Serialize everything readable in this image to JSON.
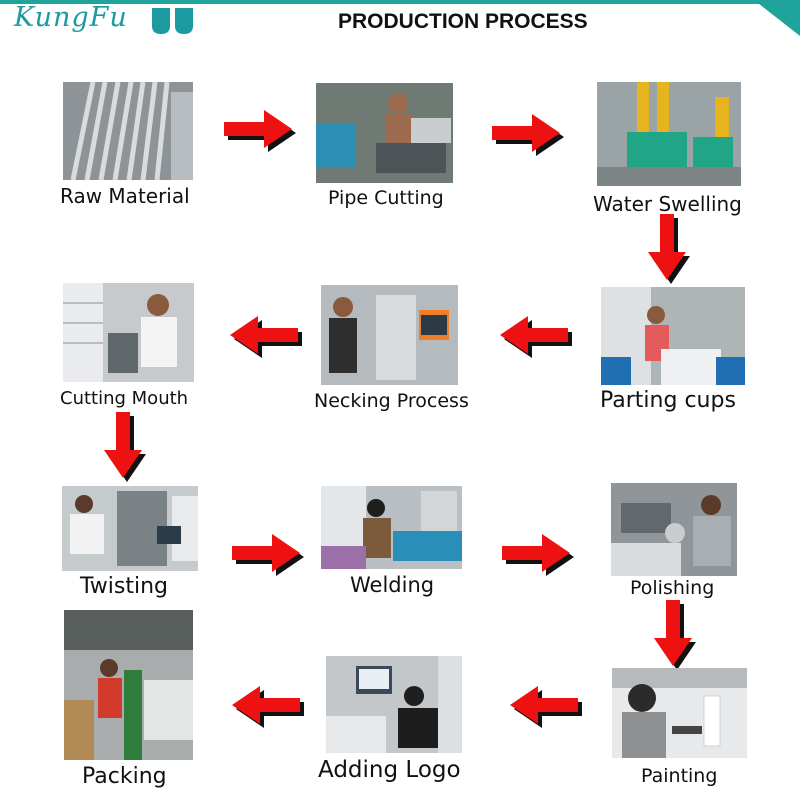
{
  "header": {
    "brand": "KungFu",
    "title": "PRODUCTION PROCESS",
    "accent_color": "#1fa39a"
  },
  "arrow_color": "#ee1111",
  "steps": [
    {
      "label": "Raw Material",
      "photo_icon": "steel-pipes-photo"
    },
    {
      "label": "Pipe Cutting",
      "photo_icon": "pipe-cutting-worker-photo"
    },
    {
      "label": "Water Swelling",
      "photo_icon": "hydraulic-press-photo"
    },
    {
      "label": "Parting cups",
      "photo_icon": "parting-cups-worker-photo"
    },
    {
      "label": "Necking Process",
      "photo_icon": "necking-machine-photo"
    },
    {
      "label": "Cutting Mouth",
      "photo_icon": "cutting-mouth-worker-photo"
    },
    {
      "label": "Twisting",
      "photo_icon": "twisting-machine-photo"
    },
    {
      "label": "Welding",
      "photo_icon": "welding-worker-photo"
    },
    {
      "label": "Polishing",
      "photo_icon": "polishing-worker-photo"
    },
    {
      "label": "Painting",
      "photo_icon": "spray-painting-photo"
    },
    {
      "label": "Adding Logo",
      "photo_icon": "logo-printing-photo"
    },
    {
      "label": "Packing",
      "photo_icon": "packing-line-photo"
    }
  ]
}
